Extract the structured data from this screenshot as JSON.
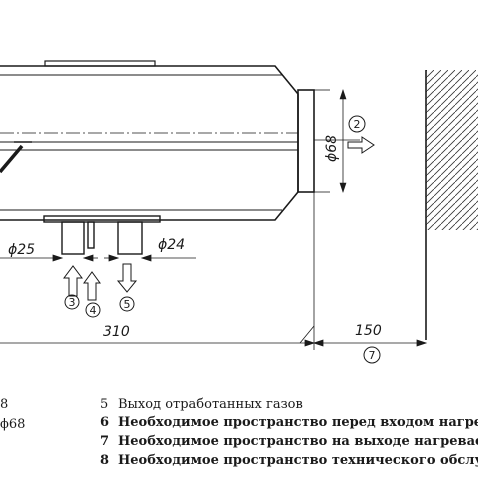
{
  "dimensions": {
    "outlet_diameter": "ϕ68",
    "pipe_left_diameter": "ϕ25",
    "pipe_right_diameter": "ϕ24",
    "length_main": "310",
    "clearance_wall": "150"
  },
  "callouts": {
    "c2": "2",
    "c3": "3",
    "c4": "4",
    "c5": "5",
    "c7": "7"
  },
  "legend_left": {
    "item_a": "8",
    "item_b": "ϕ68"
  },
  "legend": [
    {
      "num": "5",
      "text": "Выход отработанных газов",
      "bold": false
    },
    {
      "num": "6",
      "text": "Необходимое пространство перед входом нагрева",
      "bold": true
    },
    {
      "num": "7",
      "text": "Необходимое пространство на выходе нагреваем",
      "bold": true
    },
    {
      "num": "8",
      "text": "Необходимое пространство технического обслуж",
      "bold": true
    }
  ]
}
